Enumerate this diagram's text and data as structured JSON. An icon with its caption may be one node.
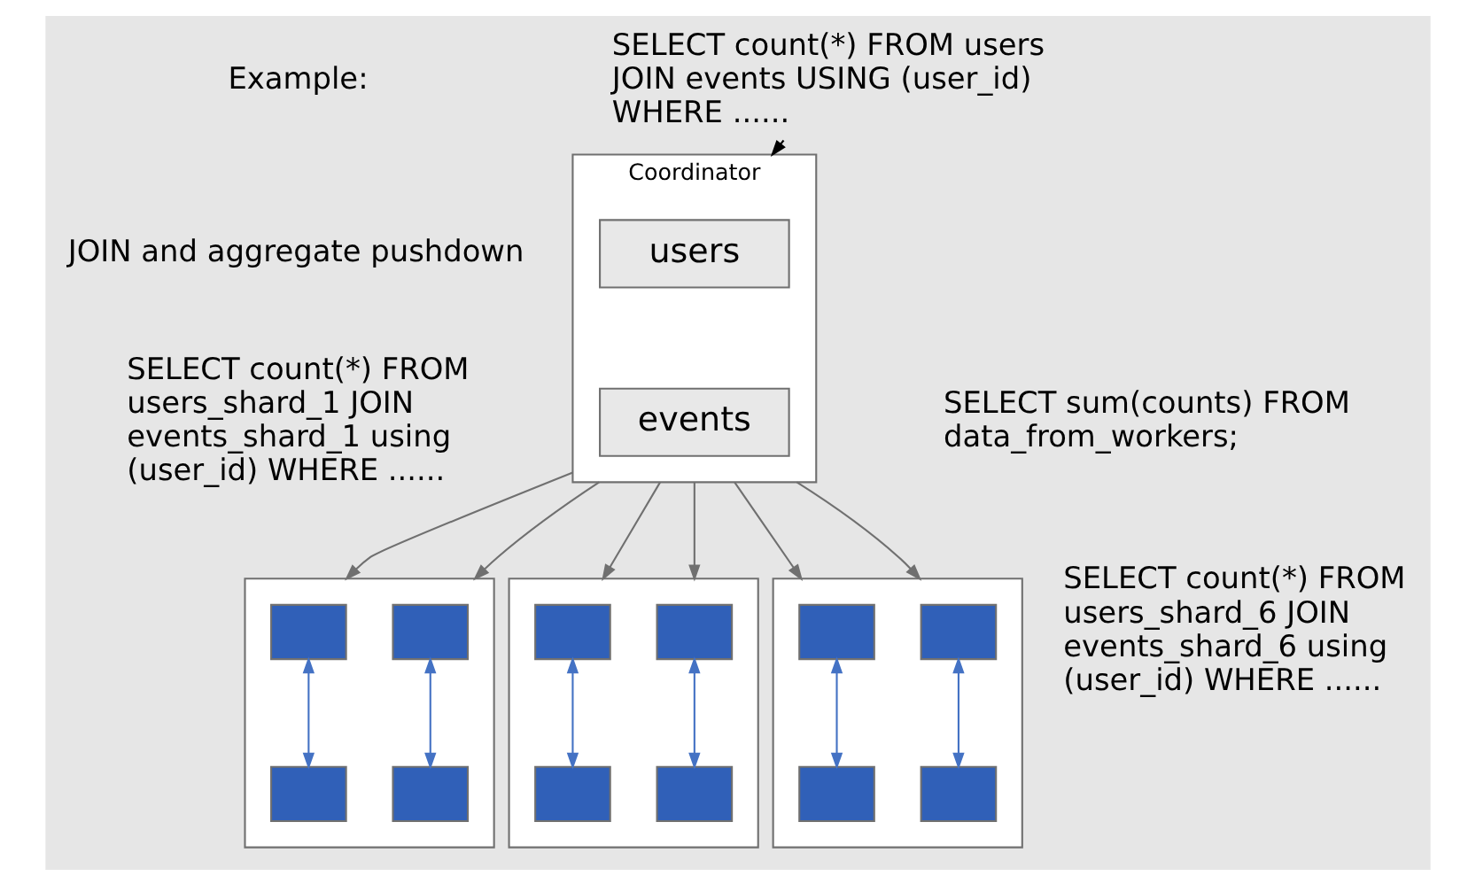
{
  "diagram": {
    "nodes": [
      {
        "text": [
          "SELECT count(*) FROM users JOIN events USING (user_id) WHERE ......"
        ]
      },
      {
        "text": [
          "Coordinator"
        ]
      },
      {
        "text": [
          "users"
        ],
        "in": 1
      },
      {
        "text": [
          "events"
        ],
        "in": 1
      },
      {
        "text": [],
        "shape": "box"
      },
      {
        "text": [],
        "shape": "box",
        "in": 4
      },
      {
        "text": [],
        "shape": "box",
        "in": 4
      },
      {
        "text": [],
        "shape": "box",
        "in": 4
      },
      {
        "text": [],
        "shape": "box",
        "in": 4
      },
      {
        "text": [],
        "shape": "box"
      },
      {
        "text": [],
        "shape": "box",
        "in": 9
      },
      {
        "text": [],
        "shape": "box",
        "in": 9
      },
      {
        "text": [],
        "shape": "box",
        "in": 9
      },
      {
        "text": [],
        "shape": "box",
        "in": 9
      },
      {
        "text": [],
        "shape": "box"
      },
      {
        "text": [],
        "shape": "box",
        "in": 14
      },
      {
        "text": [],
        "shape": "box",
        "in": 14
      },
      {
        "text": [],
        "shape": "box",
        "in": 14
      },
      {
        "text": [],
        "shape": "box",
        "in": 14
      }
    ],
    "edges": [
      {
        "from": 0,
        "to": 1,
        "arrow": "to",
        "color": "#000000"
      },
      {
        "from": 1,
        "to": 4,
        "arrow": "to"
      },
      {
        "from": 1,
        "to": 4,
        "arrow": "to"
      },
      {
        "from": 1,
        "to": 9,
        "arrow": "to"
      },
      {
        "from": 1,
        "to": 9,
        "arrow": "to"
      },
      {
        "from": 1,
        "to": 14,
        "arrow": "to"
      },
      {
        "from": 1,
        "to": 14,
        "arrow": "to"
      },
      {
        "from": 5,
        "to": 7,
        "arrow": "both",
        "color": "#4472c4"
      },
      {
        "from": 6,
        "to": 8,
        "arrow": "both",
        "color": "#4472c4"
      },
      {
        "from": 10,
        "to": 12,
        "arrow": "both",
        "color": "#4472c4"
      },
      {
        "from": 11,
        "to": 13,
        "arrow": "both",
        "color": "#4472c4"
      },
      {
        "from": 15,
        "to": 17,
        "arrow": "both",
        "color": "#4472c4"
      },
      {
        "from": 16,
        "to": 18,
        "arrow": "both",
        "color": "#4472c4"
      }
    ],
    "labels": [
      "Example:",
      "JOIN and aggregate pushdown",
      "SELECT sum(counts) FROM data_from_workers;",
      "SELECT count(*) FROM users_shard_1 JOIN events_shard_1 using (user_id) WHERE ......",
      "SELECT count(*) FROM users_shard_6 JOIN events_shard_6 using (user_id) WHERE ......"
    ]
  }
}
